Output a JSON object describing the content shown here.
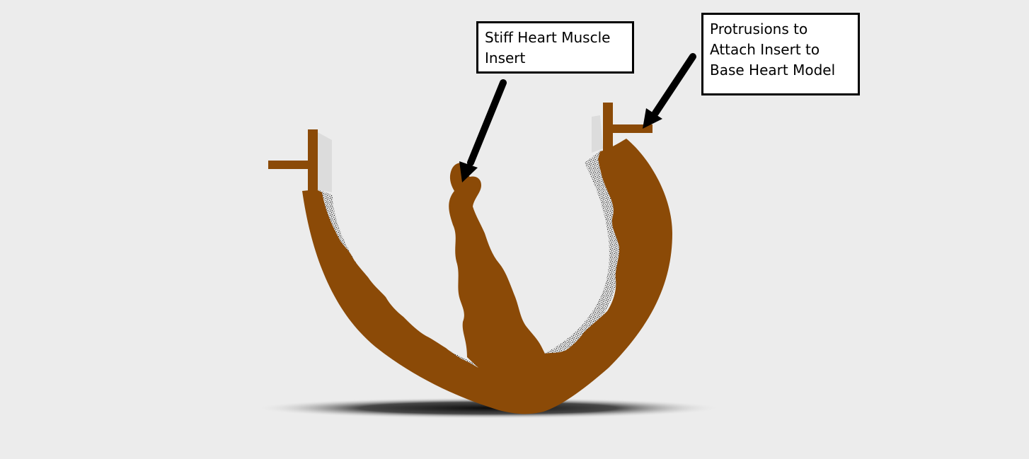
{
  "figure": {
    "model_color": "#8b4a07",
    "background_color": "#ececec",
    "arrow_color": "#000000",
    "callouts": [
      {
        "id": "stiff-heart-muscle-insert",
        "lines": [
          "Stiff Heart Muscle",
          "Insert"
        ]
      },
      {
        "id": "protrusions",
        "lines": [
          "Protrusions to",
          "Attach Insert to",
          "Base Heart Model"
        ]
      }
    ]
  }
}
